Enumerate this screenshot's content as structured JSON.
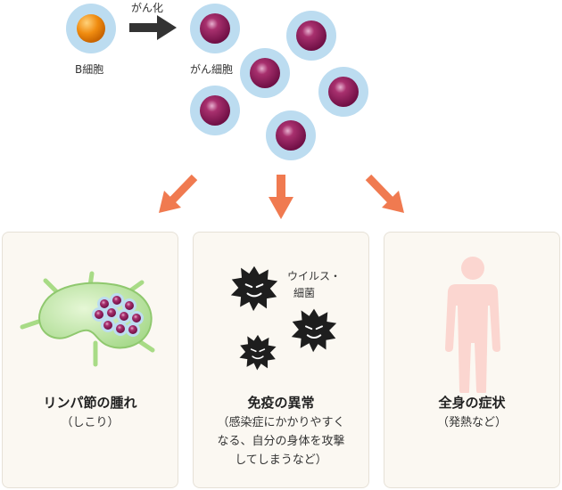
{
  "top": {
    "b_cell_label": "B細胞",
    "arrow_label": "がん化",
    "cancer_cell_label": "がん細胞"
  },
  "cards": [
    {
      "title": "リンパ節の腫れ",
      "sub": [
        "（しこり）"
      ]
    },
    {
      "title": "免疫の異常",
      "sub": [
        "（感染症にかかりやすく",
        "なる、自分の身体を攻撃",
        "してしまうなど）"
      ],
      "virus_label": [
        "ウイルス・",
        "細菌"
      ]
    },
    {
      "title": "全身の症状",
      "sub": [
        "（発熱など）"
      ]
    }
  ],
  "colors": {
    "cell_halo": "#bcdcf0",
    "b_cell": "#f08c10",
    "cancer_cell": "#8e1a5a",
    "arrow_orange": "#f07a50",
    "arrow_dark": "#333333",
    "card_bg": "#fbf8f2",
    "lymph_green": "#c8ecae",
    "body_pink": "#fbd6d0",
    "germ": "#1e1e1e"
  }
}
